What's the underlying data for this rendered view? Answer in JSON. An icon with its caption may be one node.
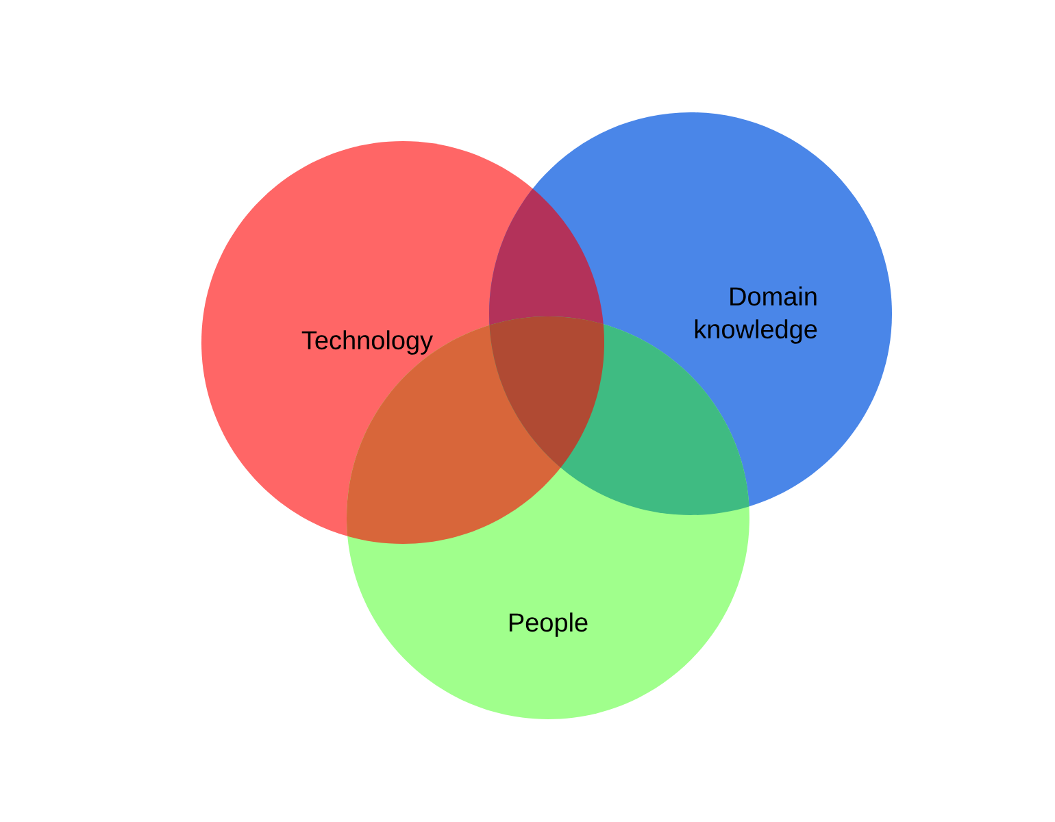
{
  "diagram": {
    "nodes": [
      {
        "text": [
          "Technology"
        ]
      },
      {
        "text": [
          "Domain knowledge"
        ]
      },
      {
        "text": [
          "People"
        ]
      }
    ]
  }
}
